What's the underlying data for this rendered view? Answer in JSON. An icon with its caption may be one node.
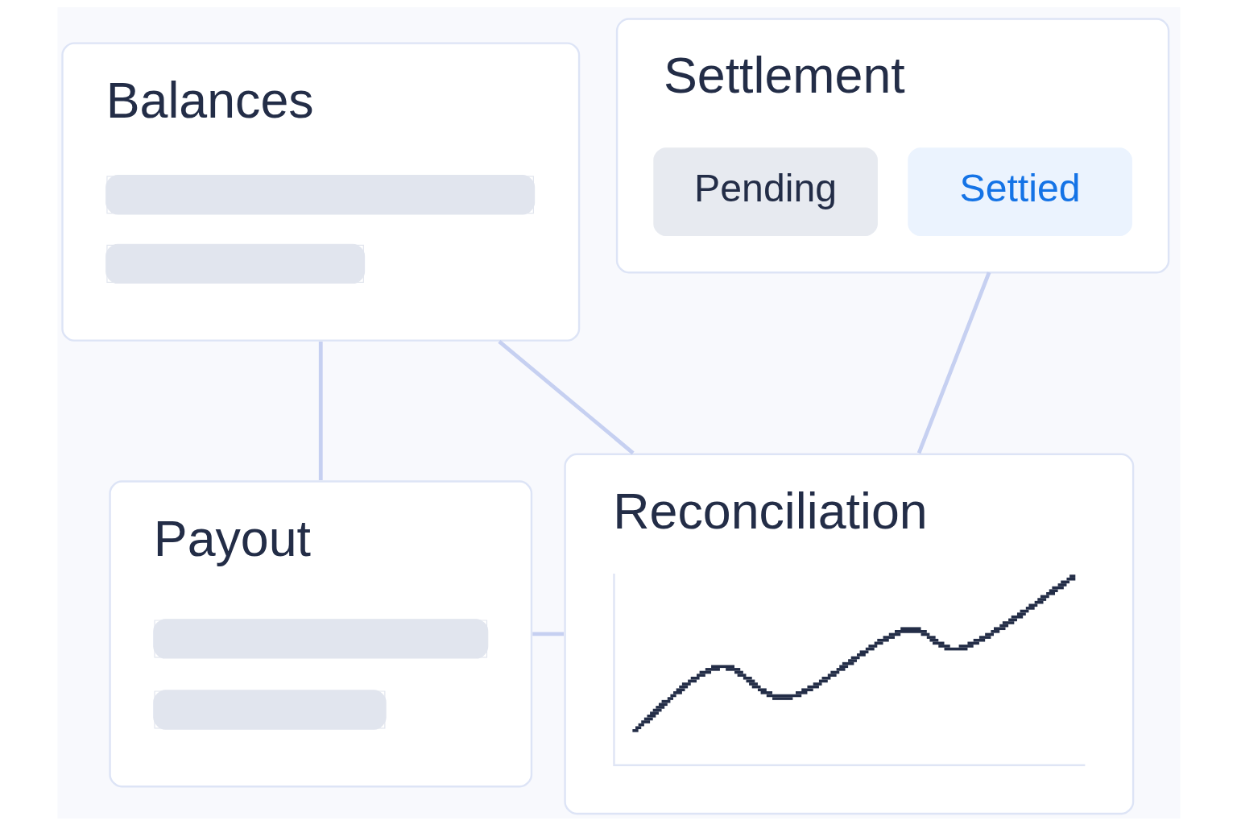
{
  "diagram": {
    "nodes": [
      {
        "text": [
          "Balances"
        ]
      },
      {
        "text": [
          "Settlement"
        ]
      },
      {
        "text": [
          "Pending"
        ],
        "in": 1
      },
      {
        "text": [
          "Settied"
        ],
        "in": 1
      },
      {
        "text": [
          "Payout"
        ]
      },
      {
        "text": [
          "Reconciliation"
        ]
      }
    ],
    "edges": [
      {
        "from": 0,
        "to": 4,
        "arrow": "none"
      },
      {
        "from": 0,
        "to": 5,
        "arrow": "none"
      },
      {
        "from": 1,
        "to": 5,
        "arrow": "none"
      },
      {
        "from": 4,
        "to": 5,
        "arrow": "none"
      }
    ]
  }
}
